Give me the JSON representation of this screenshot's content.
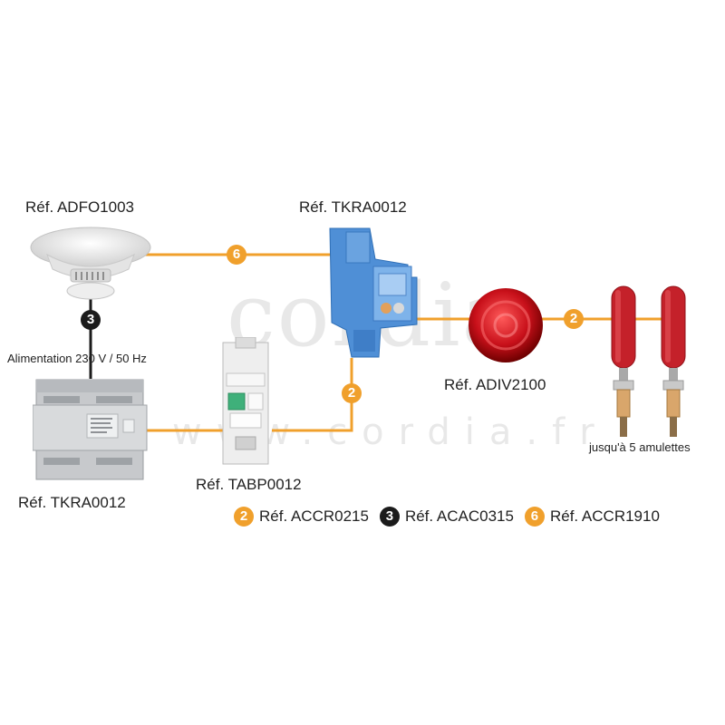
{
  "watermark": {
    "brand": "cordia",
    "url": "www.cordia.fr"
  },
  "colors": {
    "wire": "#f0a02c",
    "badge_orange": "#f0a02c",
    "badge_black": "#1b1b1b"
  },
  "devices": {
    "smoke_detector": {
      "label": "Réf. ADFO1003",
      "icon": "smoke-detector-icon"
    },
    "relay": {
      "label": "Réf. TKRA0012",
      "icon": "relay-icon"
    },
    "power_supply": {
      "label": "Réf. TKRA0012",
      "icon": "power-supply-icon"
    },
    "push_button": {
      "label": "Réf. TABP0012",
      "icon": "push-button-icon"
    },
    "siren": {
      "label": "Réf. ADIV2100",
      "icon": "flash-siren-icon"
    },
    "amulettes": {
      "label": "jusqu'à 5 amulettes",
      "icon": "amulette-icon"
    }
  },
  "power_label": "Alimentation 230 V / 50 Hz",
  "connections": {
    "detector_to_relay": "6",
    "detector_to_power": "3",
    "relay_to_switch": "2",
    "siren_to_amulettes": "2"
  },
  "legend": [
    {
      "number": "2",
      "label": "Réf. ACCR0215",
      "color": "orange"
    },
    {
      "number": "3",
      "label": "Réf. ACAC0315",
      "color": "black"
    },
    {
      "number": "6",
      "label": "Réf. ACCR1910",
      "color": "orange"
    }
  ]
}
